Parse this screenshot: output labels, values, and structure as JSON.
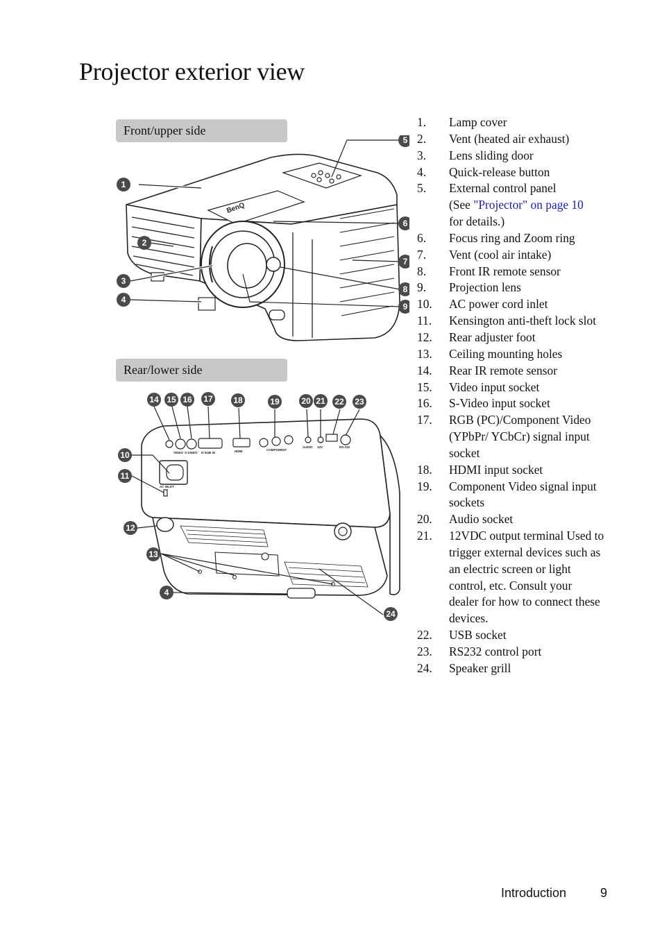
{
  "title": "Projector exterior view",
  "sections": {
    "front": "Front/upper side",
    "rear": "Rear/lower side"
  },
  "front_callouts": [
    "1",
    "2",
    "3",
    "4",
    "5",
    "6",
    "7",
    "8",
    "9"
  ],
  "rear_callouts": [
    "14",
    "15",
    "16",
    "17",
    "18",
    "19",
    "20",
    "21",
    "22",
    "23",
    "10",
    "11",
    "12",
    "13",
    "4",
    "24"
  ],
  "front_device_labels": {
    "logo": "BenQ"
  },
  "rear_port_labels": {
    "video": "VIDEO",
    "svideo": "S-VIDEO",
    "dsub": "D-SUB IN",
    "hdmi": "HDMI",
    "component": "COMPONENT",
    "audio": "AUDIO",
    "v12": "12V",
    "rs232": "RS-232",
    "ac": "AC INLET"
  },
  "parts": [
    {
      "num": "1.",
      "text": "Lamp cover"
    },
    {
      "num": "2.",
      "text": "Vent (heated air exhaust)"
    },
    {
      "num": "3.",
      "text": "Lens sliding door"
    },
    {
      "num": "4.",
      "text": "Quick-release button"
    },
    {
      "num": "5.",
      "text": "External control panel",
      "pre": "(See ",
      "link": "\"Projector\" on page 10",
      "post": " for details.)"
    },
    {
      "num": "6.",
      "text": "Focus ring and Zoom ring"
    },
    {
      "num": "7.",
      "text": "Vent (cool air intake)"
    },
    {
      "num": "8.",
      "text": "Front IR remote sensor"
    },
    {
      "num": "9.",
      "text": "Projection lens"
    },
    {
      "num": "10.",
      "text": "AC power cord inlet"
    },
    {
      "num": "11.",
      "text": "Kensington anti-theft lock slot"
    },
    {
      "num": "12.",
      "text": "Rear adjuster foot"
    },
    {
      "num": "13.",
      "text": "Ceiling mounting holes"
    },
    {
      "num": "14.",
      "text": "Rear IR remote sensor"
    },
    {
      "num": "15.",
      "text": "Video input socket"
    },
    {
      "num": "16.",
      "text": "S-Video input socket"
    },
    {
      "num": "17.",
      "text": "RGB (PC)/Component Video (YPbPr/ YCbCr) signal input socket"
    },
    {
      "num": "18.",
      "text": "HDMI input socket"
    },
    {
      "num": "19.",
      "text": "Component Video signal input sockets"
    },
    {
      "num": "20.",
      "text": "Audio socket"
    },
    {
      "num": "21.",
      "text": "12VDC output terminal Used to trigger external devices such as an electric screen or light control, etc. Consult your dealer for how to connect these devices."
    },
    {
      "num": "22.",
      "text": "USB socket"
    },
    {
      "num": "23.",
      "text": "RS232 control port"
    },
    {
      "num": "24.",
      "text": "Speaker grill"
    }
  ],
  "footer": {
    "section": "Introduction",
    "page": "9"
  }
}
